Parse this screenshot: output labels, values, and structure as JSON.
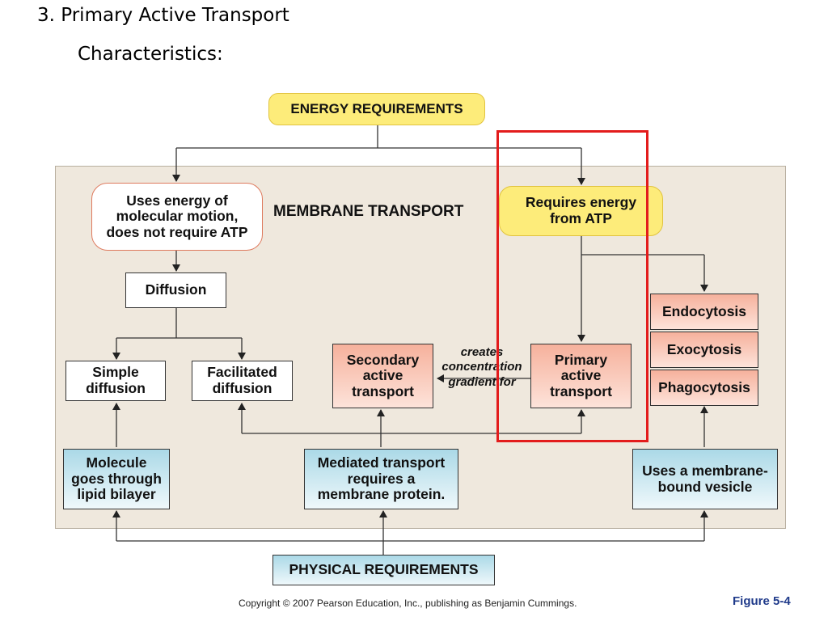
{
  "slide": {
    "title": "3.  Primary Active Transport",
    "subtitle": "Characteristics:"
  },
  "diagram": {
    "energy_requirements": "ENERGY REQUIREMENTS",
    "membrane_transport": "MEMBRANE TRANSPORT",
    "uses_energy_molecular": "Uses energy of molecular motion, does not require ATP",
    "requires_atp": "Requires energy from ATP",
    "diffusion": "Diffusion",
    "simple_diffusion": "Simple diffusion",
    "facilitated_diffusion": "Facilitated diffusion",
    "secondary_active": "Secondary active transport",
    "primary_active": "Primary active transport",
    "endocytosis": "Endocytosis",
    "exocytosis": "Exocytosis",
    "phagocytosis": "Phagocytosis",
    "gradient_label": "creates concentration gradient for",
    "molecule_lipid": "Molecule goes through lipid bilayer",
    "mediated_transport": "Mediated transport requires a membrane protein.",
    "membrane_vesicle": "Uses a membrane-bound vesicle",
    "physical_requirements": "PHYSICAL REQUIREMENTS"
  },
  "footer": {
    "copyright": "Copyright © 2007 Pearson Education, Inc., publishing as Benjamin Cummings.",
    "figure": "Figure 5-4"
  },
  "colors": {
    "highlight": "#e31c1c",
    "yellow": "#fdec7a",
    "salmon": "#f6b19c",
    "blue": "#abd9e7",
    "panel": "#efe8dd",
    "figure_label": "#1f3a8a"
  }
}
